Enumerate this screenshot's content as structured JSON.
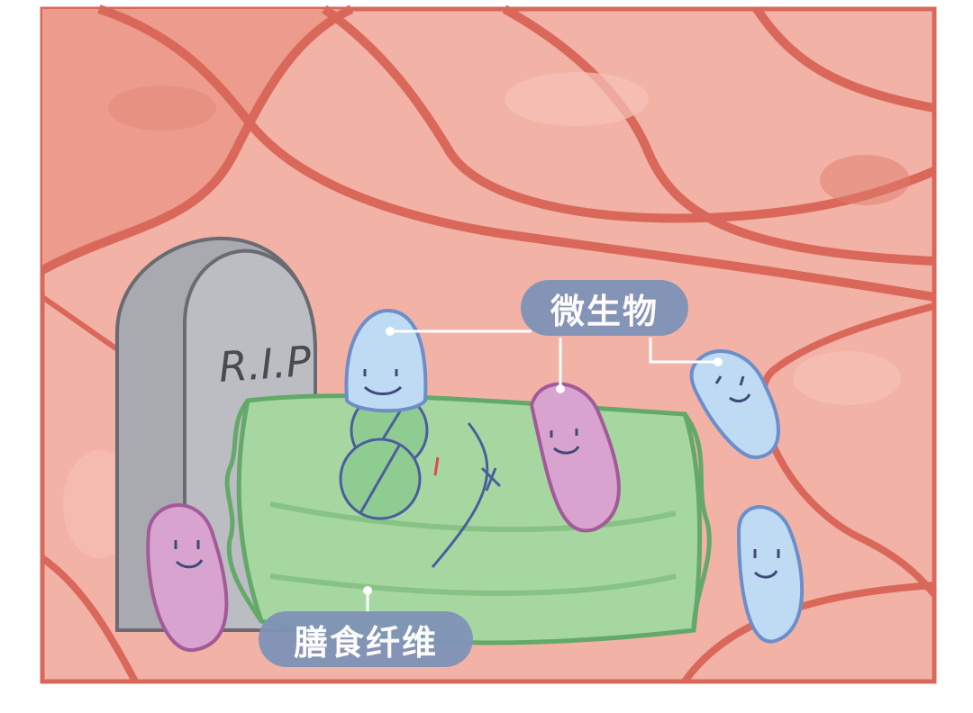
{
  "scene": {
    "tombstone_text": "R.I.P",
    "labels": {
      "microbes": "微生物",
      "dietary_fiber": "膳食纤维"
    }
  },
  "colors": {
    "frame_border": "#d9665a",
    "intestine_bg": "#f4b3a8",
    "intestine_dark": "#e07b6c",
    "label_bg": "#7f93b7",
    "fiber_green": "#9fd39b",
    "microbe_blue": "#bcd7f2",
    "microbe_pink": "#d9a3cf",
    "tombstone_gray": "#b4b4ba"
  }
}
